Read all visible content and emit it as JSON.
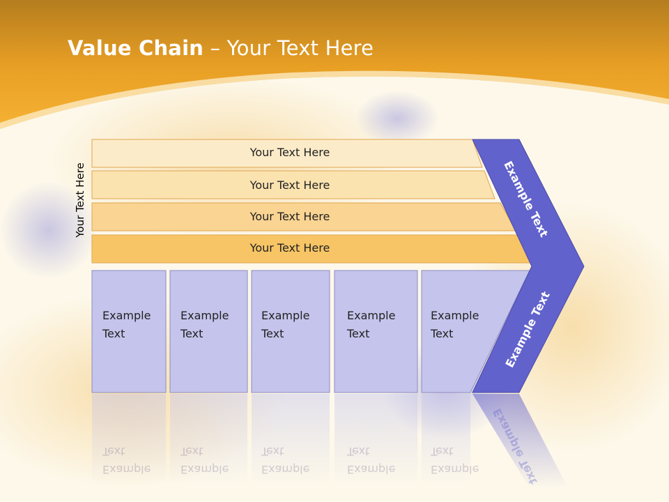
{
  "slide": {
    "title_bold": "Value Chain",
    "title_rest": " – Your Text Here",
    "side_label": "Your Text Here"
  },
  "bars": [
    {
      "label": "Your Text Here"
    },
    {
      "label": "Your Text Here"
    },
    {
      "label": "Your Text Here"
    },
    {
      "label": "Your Text Here"
    }
  ],
  "boxes": [
    {
      "label": "Example\nText"
    },
    {
      "label": "Example\nText"
    },
    {
      "label": "Example\nText"
    },
    {
      "label": "Example\nText"
    },
    {
      "label": "Example\nText"
    }
  ],
  "chevron": {
    "top_label": "Example Text",
    "bottom_label": "Example Text"
  },
  "colors": {
    "header": "#f2a626",
    "bar_1": "#fcebc8",
    "bar_2": "#fbe3b0",
    "bar_3": "#fad492",
    "bar_4": "#f7c566",
    "box": "#c4c4ec",
    "chevron": "#6262cc"
  }
}
